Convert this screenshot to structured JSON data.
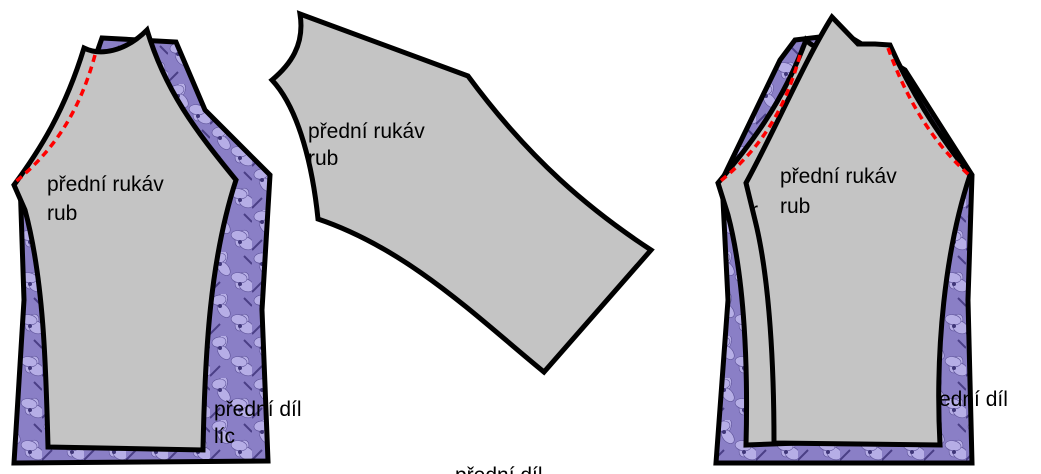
{
  "labels": {
    "front_sleeve_wrong": "přední rukáv",
    "wrong_side": "rub",
    "front_panel": "přední díl",
    "right_side": "líc",
    "partial_wrong": "r",
    "partial_panel": "ední díl"
  },
  "colors": {
    "fabric_back": "#c4c4c4",
    "outline": "#000000",
    "stitch_line": "#ff0000",
    "fabric_print": "#8f82c9"
  },
  "texture": "lavender-flower-print"
}
